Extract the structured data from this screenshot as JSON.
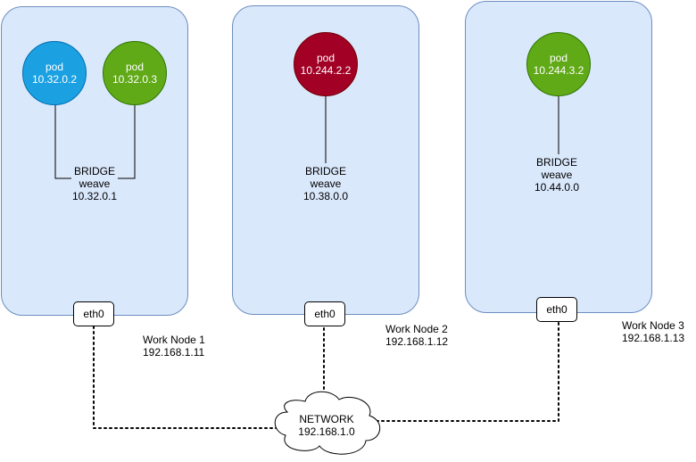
{
  "colors": {
    "node_fill": "#dae8fc",
    "node_border": "#6c8ebf",
    "pod_blue": "#1ba1e2",
    "pod_green": "#60a917",
    "pod_red": "#a20025"
  },
  "nodes": [
    {
      "name": "Work Node 1",
      "ip": "192.168.1.11",
      "interface": "eth0",
      "bridge": {
        "label": "BRIDGE",
        "type": "weave",
        "ip": "10.32.0.1"
      },
      "pods": [
        {
          "label": "pod",
          "ip": "10.32.0.2",
          "color": "#1ba1e2"
        },
        {
          "label": "pod",
          "ip": "10.32.0.3",
          "color": "#60a917"
        }
      ]
    },
    {
      "name": "Work Node 2",
      "ip": "192.168.1.12",
      "interface": "eth0",
      "bridge": {
        "label": "BRIDGE",
        "type": "weave",
        "ip": "10.38.0.0"
      },
      "pods": [
        {
          "label": "pod",
          "ip": "10.244.2.2",
          "color": "#a20025"
        }
      ]
    },
    {
      "name": "Work Node 3",
      "ip": "192.168.1.13",
      "interface": "eth0",
      "bridge": {
        "label": "BRIDGE",
        "type": "weave",
        "ip": "10.44.0.0"
      },
      "pods": [
        {
          "label": "pod",
          "ip": "10.244.3.2",
          "color": "#60a917"
        }
      ]
    }
  ],
  "network": {
    "label": "NETWORK",
    "ip": "192.168.1.0"
  }
}
